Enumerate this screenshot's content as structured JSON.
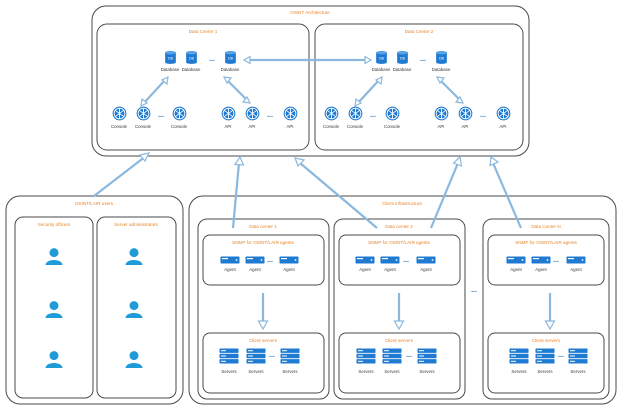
{
  "title": "OSINT Architecture",
  "datacenters": [
    {
      "title": "Data Center 1",
      "databases": [
        "Database",
        "Database",
        "Database"
      ],
      "consoles": [
        "Console",
        "Console",
        "Console"
      ],
      "apis": [
        "API",
        "API",
        "API"
      ]
    },
    {
      "title": "Data Center 2",
      "databases": [
        "Database",
        "Database",
        "Database"
      ],
      "consoles": [
        "Console",
        "Console",
        "Console"
      ],
      "apis": [
        "API",
        "API",
        "API"
      ]
    }
  ],
  "users_group": {
    "title": "OSINT/LAIR users",
    "columns": [
      "Security officers",
      "Server administrators"
    ]
  },
  "clients_group": {
    "title": "Client infrastructure",
    "sites": [
      {
        "title": "Data center 1",
        "agents_title": "SNMP for OSINT/LAIR agents",
        "agents": [
          "Agent",
          "Agent",
          "Agent"
        ],
        "servers_title": "Client servers",
        "servers": [
          "Servers",
          "Servers",
          "Servers"
        ]
      },
      {
        "title": "Data center 2",
        "agents_title": "SNMP for OSINT/LAIR agents",
        "agents": [
          "Agent",
          "Agent",
          "Agent"
        ],
        "servers_title": "Client servers",
        "servers": [
          "Servers",
          "Servers",
          "Servers"
        ]
      },
      {
        "title": "Data Center N",
        "agents_title": "SNMP for OSINT/LAIR agents",
        "agents": [
          "Agent",
          "Agent",
          "Agent"
        ],
        "servers_title": "Client servers",
        "servers": [
          "Servers",
          "Servers",
          "Servers"
        ]
      }
    ]
  },
  "ellipsis": "...",
  "colors": {
    "title": "#e8852a",
    "icon": "#1f7ad1",
    "arrow": "#8ab8de",
    "border": "#4a4a4a"
  },
  "icons": {
    "database": "database-icon",
    "console": "console-icon",
    "api": "api-icon",
    "agent": "agent-icon",
    "server": "server-icon",
    "user": "user-icon"
  }
}
